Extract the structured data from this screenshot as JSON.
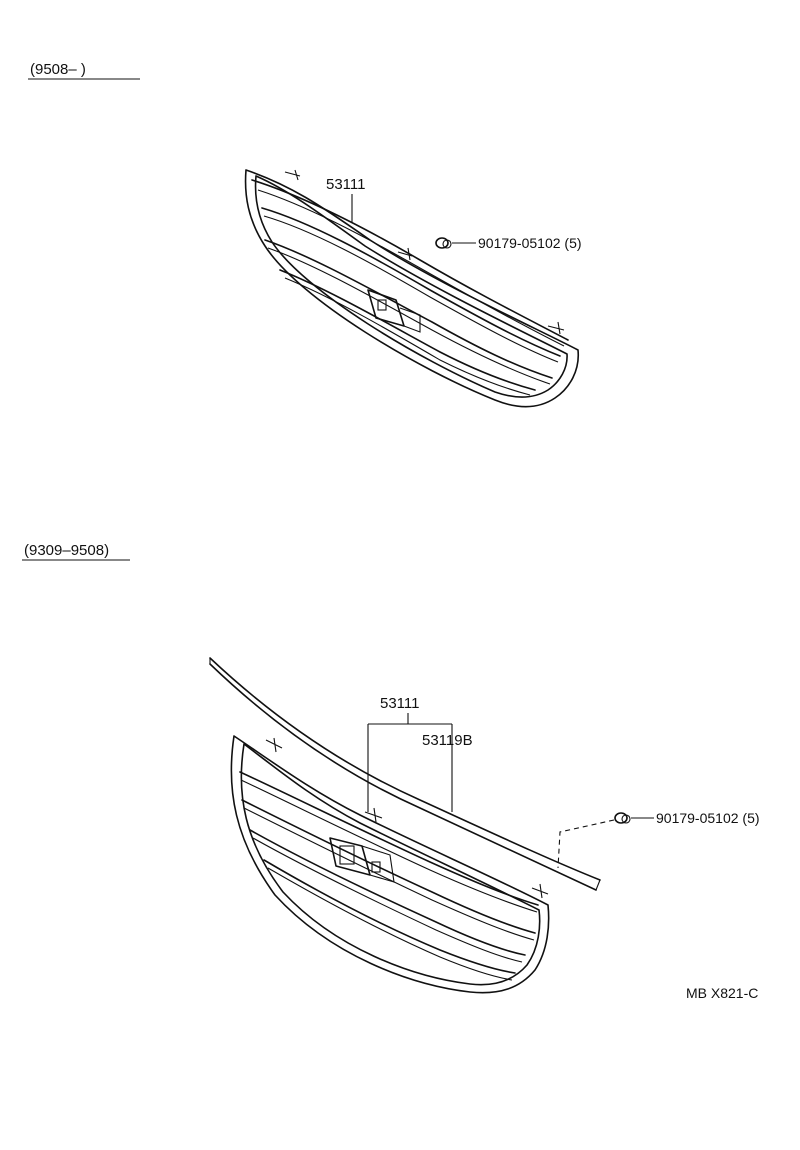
{
  "sections": [
    {
      "period_label": "(9508–        )",
      "callouts": [
        {
          "part_no": "53111"
        },
        {
          "part_no": "90179-05102 (5)"
        }
      ]
    },
    {
      "period_label": "(9309–9508)",
      "callouts": [
        {
          "part_no": "53111"
        },
        {
          "part_no": "53119B"
        },
        {
          "part_no": "90179-05102 (5)"
        }
      ]
    }
  ],
  "drawing_code": "MB X821-C"
}
